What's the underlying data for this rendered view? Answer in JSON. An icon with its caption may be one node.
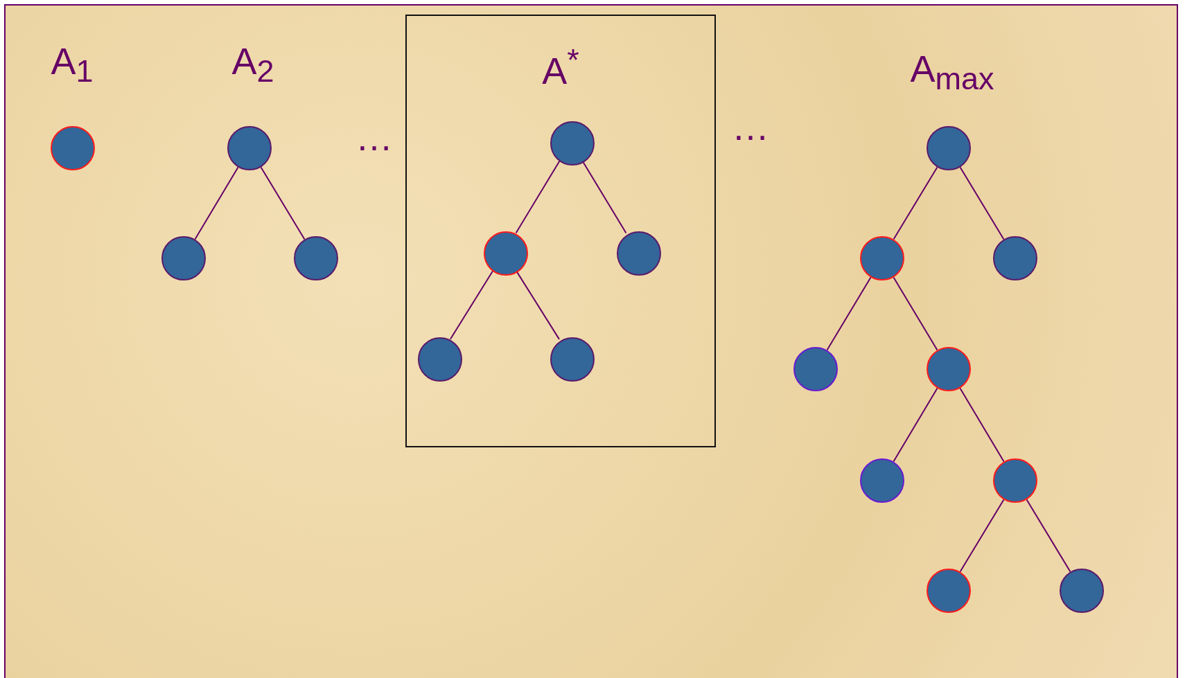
{
  "diagram": {
    "nodes": [
      {
        "text": [],
        "shape": "circle"
      },
      {
        "text": [],
        "shape": "circle"
      },
      {
        "text": [],
        "shape": "circle"
      },
      {
        "text": [],
        "shape": "circle"
      },
      {
        "text": [
          "A$^{*}$"
        ]
      },
      {
        "text": [],
        "shape": "circle",
        "in": 4
      },
      {
        "text": [],
        "shape": "circle",
        "in": 4
      },
      {
        "text": [],
        "shape": "circle",
        "in": 4
      },
      {
        "text": [],
        "shape": "circle",
        "in": 4
      },
      {
        "text": [],
        "shape": "circle",
        "in": 4
      },
      {
        "text": [],
        "shape": "circle"
      },
      {
        "text": [],
        "shape": "circle"
      },
      {
        "text": [],
        "shape": "circle"
      },
      {
        "text": [],
        "shape": "circle"
      },
      {
        "text": [],
        "shape": "circle"
      },
      {
        "text": [],
        "shape": "circle"
      },
      {
        "text": [],
        "shape": "circle"
      },
      {
        "text": [],
        "shape": "circle"
      },
      {
        "text": [],
        "shape": "circle"
      }
    ],
    "edges": [
      {
        "from": 1,
        "to": 2,
        "arrow": "none"
      },
      {
        "from": 1,
        "to": 3,
        "arrow": "none"
      },
      {
        "from": 5,
        "to": 6,
        "arrow": "none"
      },
      {
        "from": 5,
        "to": 7,
        "arrow": "none"
      },
      {
        "from": 6,
        "to": 8,
        "arrow": "none"
      },
      {
        "from": 6,
        "to": 9,
        "arrow": "none"
      },
      {
        "from": 10,
        "to": 11,
        "arrow": "none"
      },
      {
        "from": 10,
        "to": 12,
        "arrow": "none"
      },
      {
        "from": 11,
        "to": 13,
        "arrow": "none"
      },
      {
        "from": 11,
        "to": 14,
        "arrow": "none"
      },
      {
        "from": 14,
        "to": 15,
        "arrow": "none"
      },
      {
        "from": 14,
        "to": 16,
        "arrow": "none"
      },
      {
        "from": 16,
        "to": 17,
        "arrow": "none"
      },
      {
        "from": 16,
        "to": 18,
        "arrow": "none"
      }
    ],
    "labels": [
      "A$_{1}$",
      "A$_{2}$",
      "…",
      "…",
      "A$_{max}$"
    ]
  }
}
